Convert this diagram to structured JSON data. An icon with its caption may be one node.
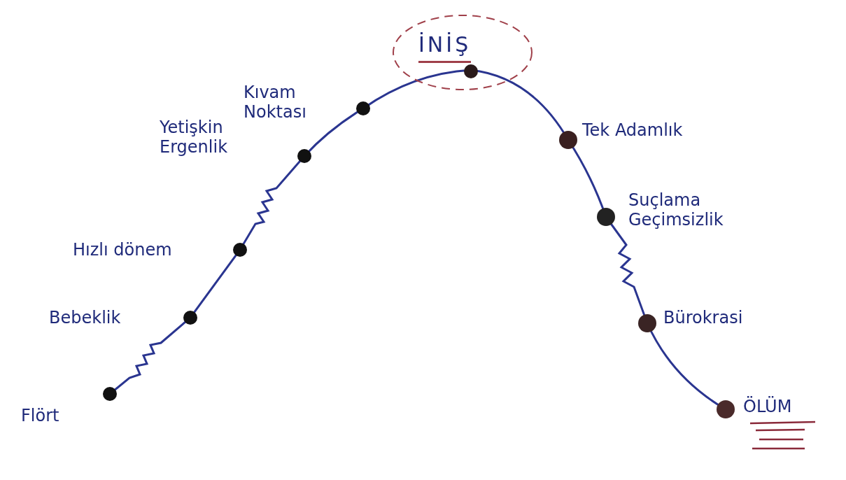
{
  "diagram": {
    "nodes": [
      {
        "text": [
          "İNİŞ"
        ]
      }
    ],
    "labels": [
      "Kıvam Noktası",
      "Yetişkin Ergenlik",
      "Hızlı dönem",
      "Bebeklik",
      "Flört",
      "Tek Adamlık",
      "Suçlama Geçimsizlik",
      "Bürokrasi",
      "ÖLÜM"
    ]
  }
}
